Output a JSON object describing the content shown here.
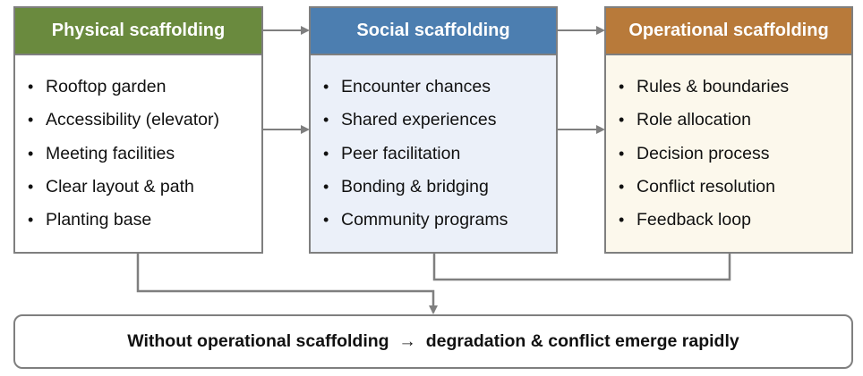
{
  "panels": [
    {
      "title": "Physical scaffolding",
      "color": "#6a8a3e",
      "items": [
        "Rooftop garden",
        "Accessibility (elevator)",
        "Meeting facilities",
        "Clear layout & path",
        "Planting base"
      ]
    },
    {
      "title": "Social scaffolding",
      "color": "#4c7eb0",
      "items": [
        "Encounter chances",
        "Shared experiences",
        "Peer facilitation",
        "Bonding & bridging",
        "Community programs"
      ]
    },
    {
      "title": "Operational scaffolding",
      "color": "#b87a3a",
      "items": [
        "Rules & boundaries",
        "Role allocation",
        "Decision process",
        "Conflict resolution",
        "Feedback loop"
      ]
    }
  ],
  "bullet": "•",
  "summary": {
    "text": "Without operational scaffolding  →  degradation & conflict emerge rapidly"
  },
  "connector_color": "#7f7f7f"
}
